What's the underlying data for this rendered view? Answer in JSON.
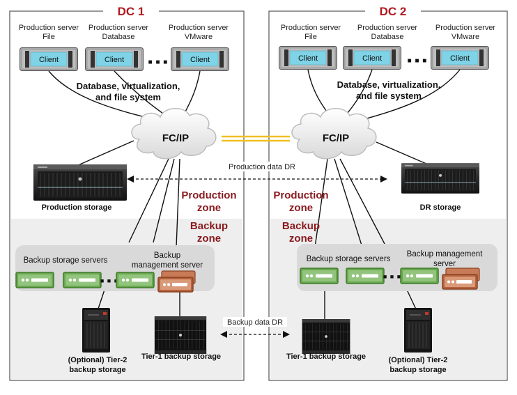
{
  "dc1": {
    "title": "DC 1",
    "servers": [
      {
        "line1": "Production server",
        "line2": "File",
        "client": "Client"
      },
      {
        "line1": "Production server",
        "line2": "Database",
        "client": "Client"
      },
      {
        "line1": "Production server",
        "line2": "VMware",
        "client": "Client"
      }
    ],
    "ellipsis": "■ ■ ■",
    "fs_line1": "Database, virtualization,",
    "fs_line2": "and file system",
    "network": "FC/IP",
    "storage_label": "Production storage",
    "prod_zone_1": "Production",
    "prod_zone_2": "zone",
    "backup_zone_1": "Backup",
    "backup_zone_2": "zone",
    "backup_servers_label": "Backup storage servers",
    "mgmt_line1": "Backup",
    "mgmt_line2": "management server",
    "tier2_line1": "(Optional) Tier-2",
    "tier2_line2": "backup storage",
    "tier1_label": "Tier-1 backup storage"
  },
  "dc2": {
    "title": "DC 2",
    "servers": [
      {
        "line1": "Production server",
        "line2": "File",
        "client": "Client"
      },
      {
        "line1": "Production server",
        "line2": "Database",
        "client": "Client"
      },
      {
        "line1": "Production server",
        "line2": "VMware",
        "client": "Client"
      }
    ],
    "ellipsis": "■ ■ ■",
    "fs_line1": "Database, virtualization,",
    "fs_line2": "and file system",
    "network": "FC/IP",
    "storage_label": "DR storage",
    "prod_zone_1": "Production",
    "prod_zone_2": "zone",
    "backup_zone_1": "Backup",
    "backup_zone_2": "zone",
    "backup_servers_label": "Backup storage servers",
    "mgmt_line1": "Backup management",
    "mgmt_line2": "server",
    "tier2_line1": "(Optional) Tier-2",
    "tier2_line2": "backup storage",
    "tier1_label": "Tier-1 backup storage"
  },
  "links": {
    "production_dr": "Production data DR",
    "backup_dr": "Backup data DR"
  },
  "colors": {
    "title": "#b0191e",
    "zone_text": "#8a1a1f",
    "backup_bg": "#eeeeee",
    "server_green": "#6aa84f",
    "mgmt_brown": "#b5603a",
    "client_blue": "#7fd3e6",
    "link_yellow": "#f0c020"
  }
}
